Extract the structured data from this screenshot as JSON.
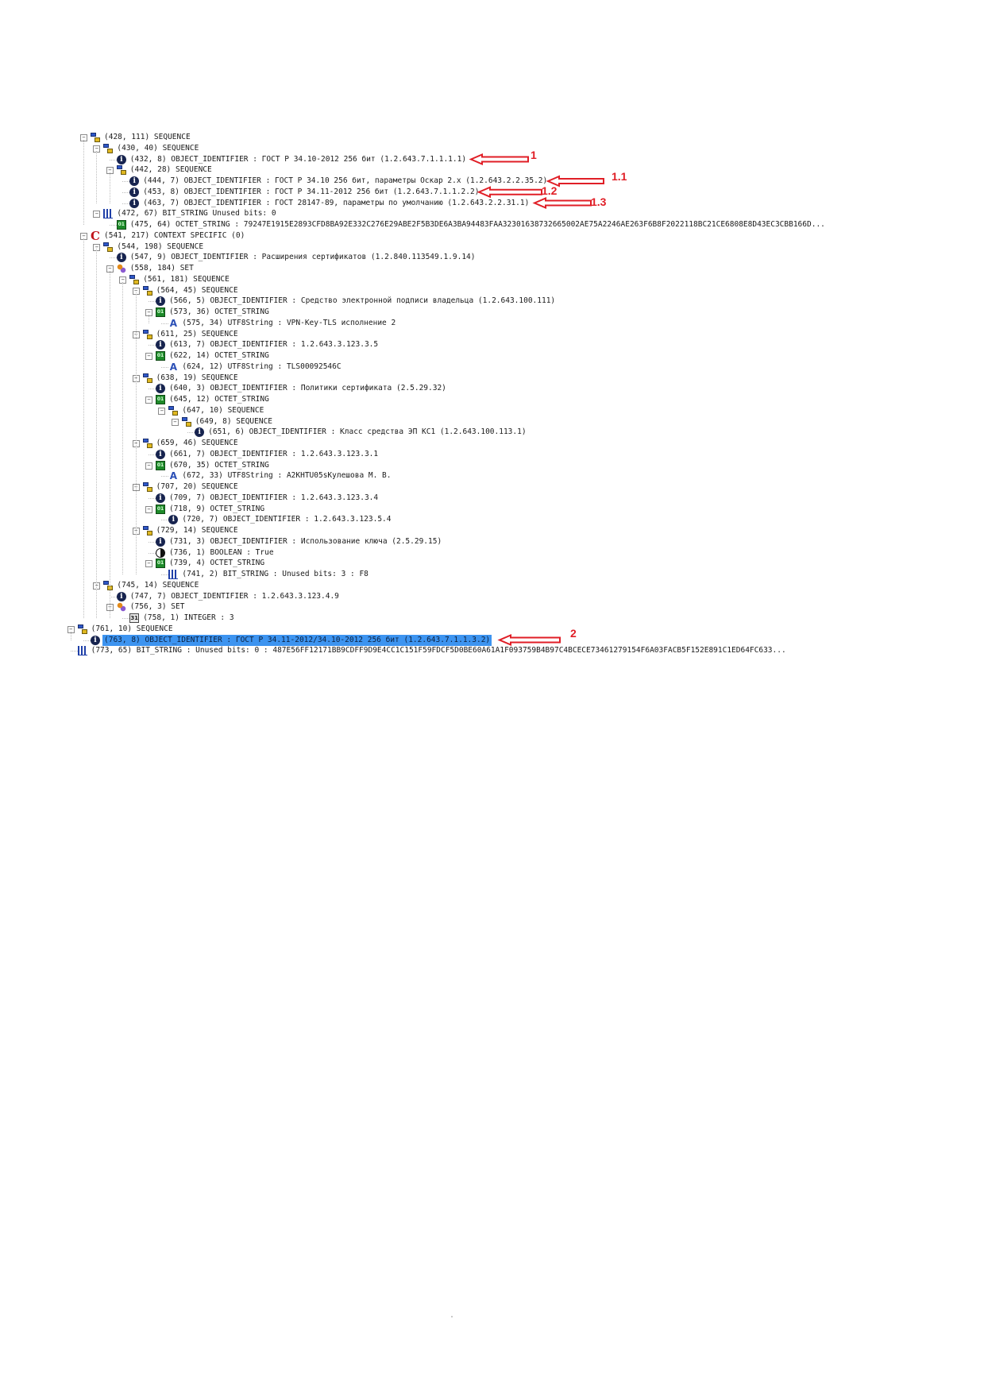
{
  "tree": [
    {
      "depth": 0,
      "toggle": "minus",
      "icon": "seq",
      "text": "(428, 111) SEQUENCE"
    },
    {
      "depth": 1,
      "toggle": "minus",
      "icon": "seq",
      "text": "(430, 40) SEQUENCE"
    },
    {
      "depth": 2,
      "toggle": "none",
      "icon": "oid",
      "text": "(432, 8) OBJECT_IDENTIFIER : ГОСТ Р 34.10-2012 256 бит (1.2.643.7.1.1.1.1)",
      "anno": "1"
    },
    {
      "depth": 2,
      "toggle": "minus",
      "icon": "seq",
      "text": "(442, 28) SEQUENCE"
    },
    {
      "depth": 3,
      "toggle": "none",
      "icon": "oid",
      "text": "(444, 7) OBJECT_IDENTIFIER : ГОСТ Р 34.10 256 бит, параметры Оскар 2.x (1.2.643.2.2.35.2)",
      "anno": "1.1"
    },
    {
      "depth": 3,
      "toggle": "none",
      "icon": "oid",
      "text": "(453, 8) OBJECT_IDENTIFIER : ГОСТ Р 34.11-2012 256 бит (1.2.643.7.1.1.2.2)",
      "anno": "1.2"
    },
    {
      "depth": 3,
      "toggle": "none",
      "icon": "oid",
      "text": "(463, 7) OBJECT_IDENTIFIER : ГОСТ 28147-89, параметры по умолчанию (1.2.643.2.2.31.1)",
      "anno": "1.3"
    },
    {
      "depth": 1,
      "toggle": "minus",
      "icon": "bit",
      "text": "(472, 67) BIT_STRING Unused bits: 0"
    },
    {
      "depth": 2,
      "toggle": "none",
      "icon": "oct",
      "text": "(475, 64) OCTET_STRING : 79247E1915E2893CFD8BA92E332C276E29ABE2F5B3DE6A3BA94483FAA32301638732665002AE75A2246AE263F6B8F2022118BC21CE6808E8D43EC3CBB166D..."
    },
    {
      "depth": 0,
      "toggle": "minus",
      "icon": "ctx",
      "text": "(541, 217) CONTEXT SPECIFIC (0)"
    },
    {
      "depth": 1,
      "toggle": "minus",
      "icon": "seq",
      "text": "(544, 198) SEQUENCE"
    },
    {
      "depth": 2,
      "toggle": "none",
      "icon": "oid",
      "text": "(547, 9) OBJECT_IDENTIFIER : Расширения сертификатов (1.2.840.113549.1.9.14)"
    },
    {
      "depth": 2,
      "toggle": "minus",
      "icon": "set",
      "text": "(558, 184) SET"
    },
    {
      "depth": 3,
      "toggle": "minus",
      "icon": "seq",
      "text": "(561, 181) SEQUENCE"
    },
    {
      "depth": 4,
      "toggle": "minus",
      "icon": "seq",
      "text": "(564, 45) SEQUENCE"
    },
    {
      "depth": 5,
      "toggle": "none",
      "icon": "oid",
      "text": "(566, 5) OBJECT_IDENTIFIER : Средство электронной подписи владельца (1.2.643.100.111)"
    },
    {
      "depth": 5,
      "toggle": "minus",
      "icon": "oct",
      "text": "(573, 36) OCTET_STRING"
    },
    {
      "depth": 6,
      "toggle": "none",
      "icon": "utf",
      "text": "(575, 34) UTF8String : VPN-Key-TLS исполнение 2"
    },
    {
      "depth": 4,
      "toggle": "minus",
      "icon": "seq",
      "text": "(611, 25) SEQUENCE"
    },
    {
      "depth": 5,
      "toggle": "none",
      "icon": "oid",
      "text": "(613, 7) OBJECT_IDENTIFIER : 1.2.643.3.123.3.5"
    },
    {
      "depth": 5,
      "toggle": "minus",
      "icon": "oct",
      "text": "(622, 14) OCTET_STRING"
    },
    {
      "depth": 6,
      "toggle": "none",
      "icon": "utf",
      "text": "(624, 12) UTF8String : TLS00092546C"
    },
    {
      "depth": 4,
      "toggle": "minus",
      "icon": "seq",
      "text": "(638, 19) SEQUENCE"
    },
    {
      "depth": 5,
      "toggle": "none",
      "icon": "oid",
      "text": "(640, 3) OBJECT_IDENTIFIER : Политики сертификата (2.5.29.32)"
    },
    {
      "depth": 5,
      "toggle": "minus",
      "icon": "oct",
      "text": "(645, 12) OCTET_STRING"
    },
    {
      "depth": 6,
      "toggle": "minus",
      "icon": "seq",
      "text": "(647, 10) SEQUENCE"
    },
    {
      "depth": 7,
      "toggle": "minus",
      "icon": "seq",
      "text": "(649, 8) SEQUENCE"
    },
    {
      "depth": 8,
      "toggle": "none",
      "icon": "oid",
      "text": "(651, 6) OBJECT_IDENTIFIER : Класс средства ЭП КС1 (1.2.643.100.113.1)"
    },
    {
      "depth": 4,
      "toggle": "minus",
      "icon": "seq",
      "text": "(659, 46) SEQUENCE"
    },
    {
      "depth": 5,
      "toggle": "none",
      "icon": "oid",
      "text": "(661, 7) OBJECT_IDENTIFIER : 1.2.643.3.123.3.1"
    },
    {
      "depth": 5,
      "toggle": "minus",
      "icon": "oct",
      "text": "(670, 35) OCTET_STRING"
    },
    {
      "depth": 6,
      "toggle": "none",
      "icon": "utf",
      "text": "(672, 33) UTF8String : A2KHTU05sKулешова М. В."
    },
    {
      "depth": 4,
      "toggle": "minus",
      "icon": "seq",
      "text": "(707, 20) SEQUENCE"
    },
    {
      "depth": 5,
      "toggle": "none",
      "icon": "oid",
      "text": "(709, 7) OBJECT_IDENTIFIER : 1.2.643.3.123.3.4"
    },
    {
      "depth": 5,
      "toggle": "minus",
      "icon": "oct",
      "text": "(718, 9) OCTET_STRING"
    },
    {
      "depth": 6,
      "toggle": "none",
      "icon": "oid",
      "text": "(720, 7) OBJECT_IDENTIFIER : 1.2.643.3.123.5.4"
    },
    {
      "depth": 4,
      "toggle": "minus",
      "icon": "seq",
      "text": "(729, 14) SEQUENCE"
    },
    {
      "depth": 5,
      "toggle": "none",
      "icon": "oid",
      "text": "(731, 3) OBJECT_IDENTIFIER : Использование ключа (2.5.29.15)"
    },
    {
      "depth": 5,
      "toggle": "none",
      "icon": "bool",
      "text": "(736, 1) BOOLEAN : True"
    },
    {
      "depth": 5,
      "toggle": "minus",
      "icon": "oct",
      "text": "(739, 4) OCTET_STRING"
    },
    {
      "depth": 6,
      "toggle": "none",
      "icon": "bit",
      "text": "(741, 2) BIT_STRING : Unused bits: 3 : F8"
    },
    {
      "depth": 1,
      "toggle": "minus",
      "icon": "seq",
      "text": "(745, 14) SEQUENCE"
    },
    {
      "depth": 2,
      "toggle": "none",
      "icon": "oid",
      "text": "(747, 7) OBJECT_IDENTIFIER : 1.2.643.3.123.4.9"
    },
    {
      "depth": 2,
      "toggle": "minus",
      "icon": "set",
      "text": "(756, 3) SET"
    },
    {
      "depth": 3,
      "toggle": "none",
      "icon": "int",
      "text": "(758, 1) INTEGER : 3"
    },
    {
      "depth": -1,
      "toggle": "minus",
      "icon": "seq",
      "text": "(761, 10) SEQUENCE"
    },
    {
      "depth": 0,
      "toggle": "none",
      "icon": "oid",
      "text": "(763, 8) OBJECT_IDENTIFIER : ГОСТ Р 34.11-2012/34.10-2012 256 бит (1.2.643.7.1.1.3.2)",
      "selected": true,
      "anno": "2"
    },
    {
      "depth": -1,
      "toggle": "none",
      "icon": "bit",
      "text": "(773, 65) BIT_STRING : Unused bits: 0 : 487E56FF12171BB9CDFF9D9E4CC1C151F59FDCF5D0BE60A61A1F093759B4B97C4BCECE73461279154F6A03FACB5F152E891C1ED64FC633..."
    }
  ],
  "colors": {
    "annotation": "#e01e26",
    "selection": "#3d94f0"
  },
  "icon_legend": {
    "seq": "sequence-icon",
    "oid": "info-icon",
    "oct": "octet-string-icon",
    "bit": "bit-string-icon",
    "utf": "utf8-string-icon",
    "set": "set-icon",
    "bool": "boolean-icon",
    "int": "integer-icon",
    "ctx": "context-specific-icon"
  },
  "icon_glyphs": {
    "oid": "i",
    "oct": "01",
    "utf": "A",
    "int": "31",
    "ctx": "C"
  }
}
